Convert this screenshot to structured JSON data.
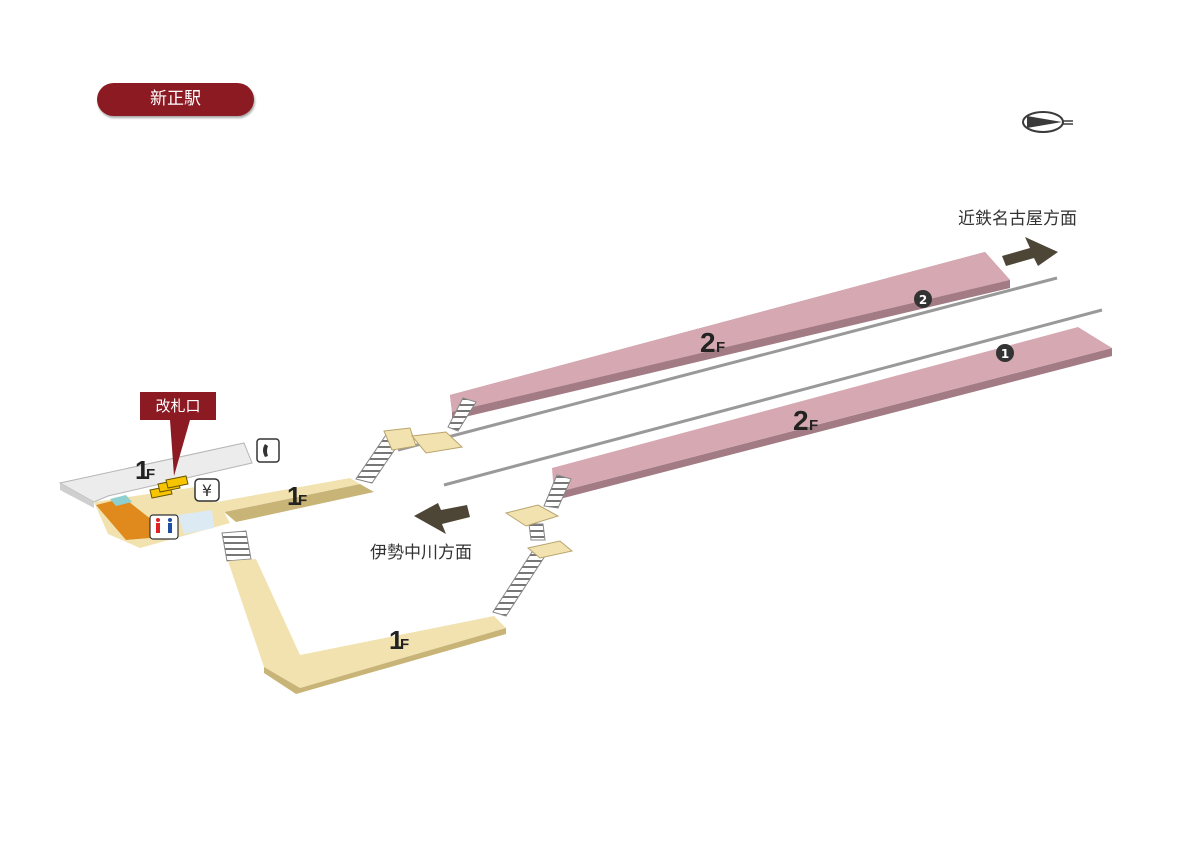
{
  "station": {
    "name": "新正駅"
  },
  "directions": {
    "north": "近鉄名古屋方面",
    "south": "伊勢中川方面"
  },
  "gate": {
    "label": "改札口"
  },
  "floors": {
    "platform_top": "2",
    "platform_bottom": "2",
    "concourse": "1",
    "passage": "1",
    "underpass": "1",
    "suffix": "F"
  },
  "platforms": {
    "one": "1",
    "two": "2"
  },
  "facilities": {
    "yen_symbol": "¥"
  },
  "colors": {
    "platform": "#d6a9b2",
    "concourse": "#f1e2b0",
    "orange": "#e08a1e",
    "accent": "#8b1a23",
    "arrow": "#4d4636"
  }
}
